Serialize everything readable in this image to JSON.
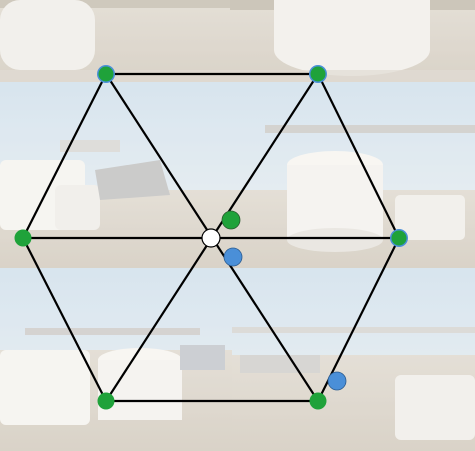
{
  "palette": {
    "sky_top": "#c9dbe8",
    "sky_bottom": "#e3ebf0",
    "ground": "#dcd6cc",
    "ground_dark": "#cfc6b8",
    "tank": "#f1efea",
    "tank_shadow": "#d9d5cd",
    "station_green": "#1fa23a",
    "station_blue": "#4a8fd8",
    "center_node": "#ffffff",
    "edge": "#000000"
  },
  "grid": {
    "outer_stations": [
      "station-top-left",
      "station-top-right",
      "station-right",
      "station-bottom-right",
      "station-bottom-left",
      "station-left"
    ],
    "center_station": "station-center"
  }
}
